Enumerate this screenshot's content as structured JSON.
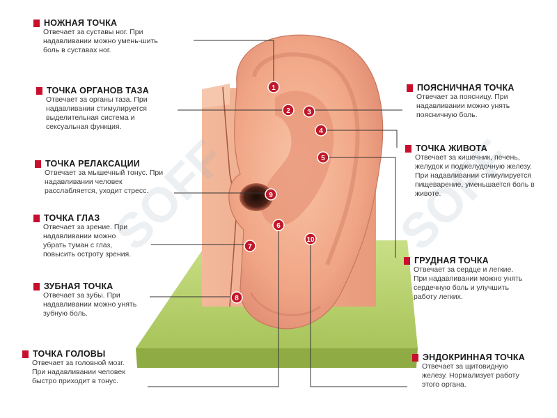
{
  "labels": {
    "foot": {
      "title": "НОЖНАЯ ТОЧКА",
      "desc": "Отвечает за суставы ног. При надавливании можно умень-шить боль в суставах ног."
    },
    "pelvis": {
      "title": "ТОЧКА ОРГАНОВ ТАЗА",
      "desc": "Отвечает за органы таза. При надавливании стимулируется выделительная система и сексуальная функция."
    },
    "relax": {
      "title": "ТОЧКА РЕЛАКСАЦИИ",
      "desc": "Отвечает за мышечный тонус. При надавливании человек расслабляется, уходит стресс."
    },
    "eye": {
      "title": "ТОЧКА ГЛАЗ",
      "desc": "Отвечает за зрение. При надавливании можно убрать туман с глаз, повысить остроту зрения."
    },
    "tooth": {
      "title": "ЗУБНАЯ ТОЧКА",
      "desc": "Отвечает за зубы. При надавливании можно унять зубную боль."
    },
    "head": {
      "title": "ТОЧКА ГОЛОВЫ",
      "desc": "Отвечает за головной мозг. При надавливании человек быстро приходит в тонус."
    },
    "lumbar": {
      "title": "ПОЯСНИЧНАЯ ТОЧКА",
      "desc": "Отвечает за поясницу. При надавливании можно унять поясничную боль."
    },
    "belly": {
      "title": "ТОЧКА ЖИВОТА",
      "desc": "Отвечает за кишечник, печень, желудок и поджелудочную железу. При надавливании стимулируется пищеварение, уменьшается боль в животе."
    },
    "chest": {
      "title": "ГРУДНАЯ ТОЧКА",
      "desc": "Отвечает за сердце и легкие. При надавливании можно унять сердечную боль и улучшить работу легких."
    },
    "endocrine": {
      "title": "ЭНДОКРИННАЯ ТОЧКА",
      "desc": "Отвечает за щитовидную железу. Нормализует работу этого органа."
    }
  },
  "points": [
    "1",
    "2",
    "3",
    "4",
    "5",
    "6",
    "7",
    "8",
    "9",
    "10"
  ],
  "watermark": "SOFF",
  "colors": {
    "marker": "#c8102e",
    "point": "#c0182a",
    "base": "#b6d36a",
    "skin": "#f2a98a"
  }
}
